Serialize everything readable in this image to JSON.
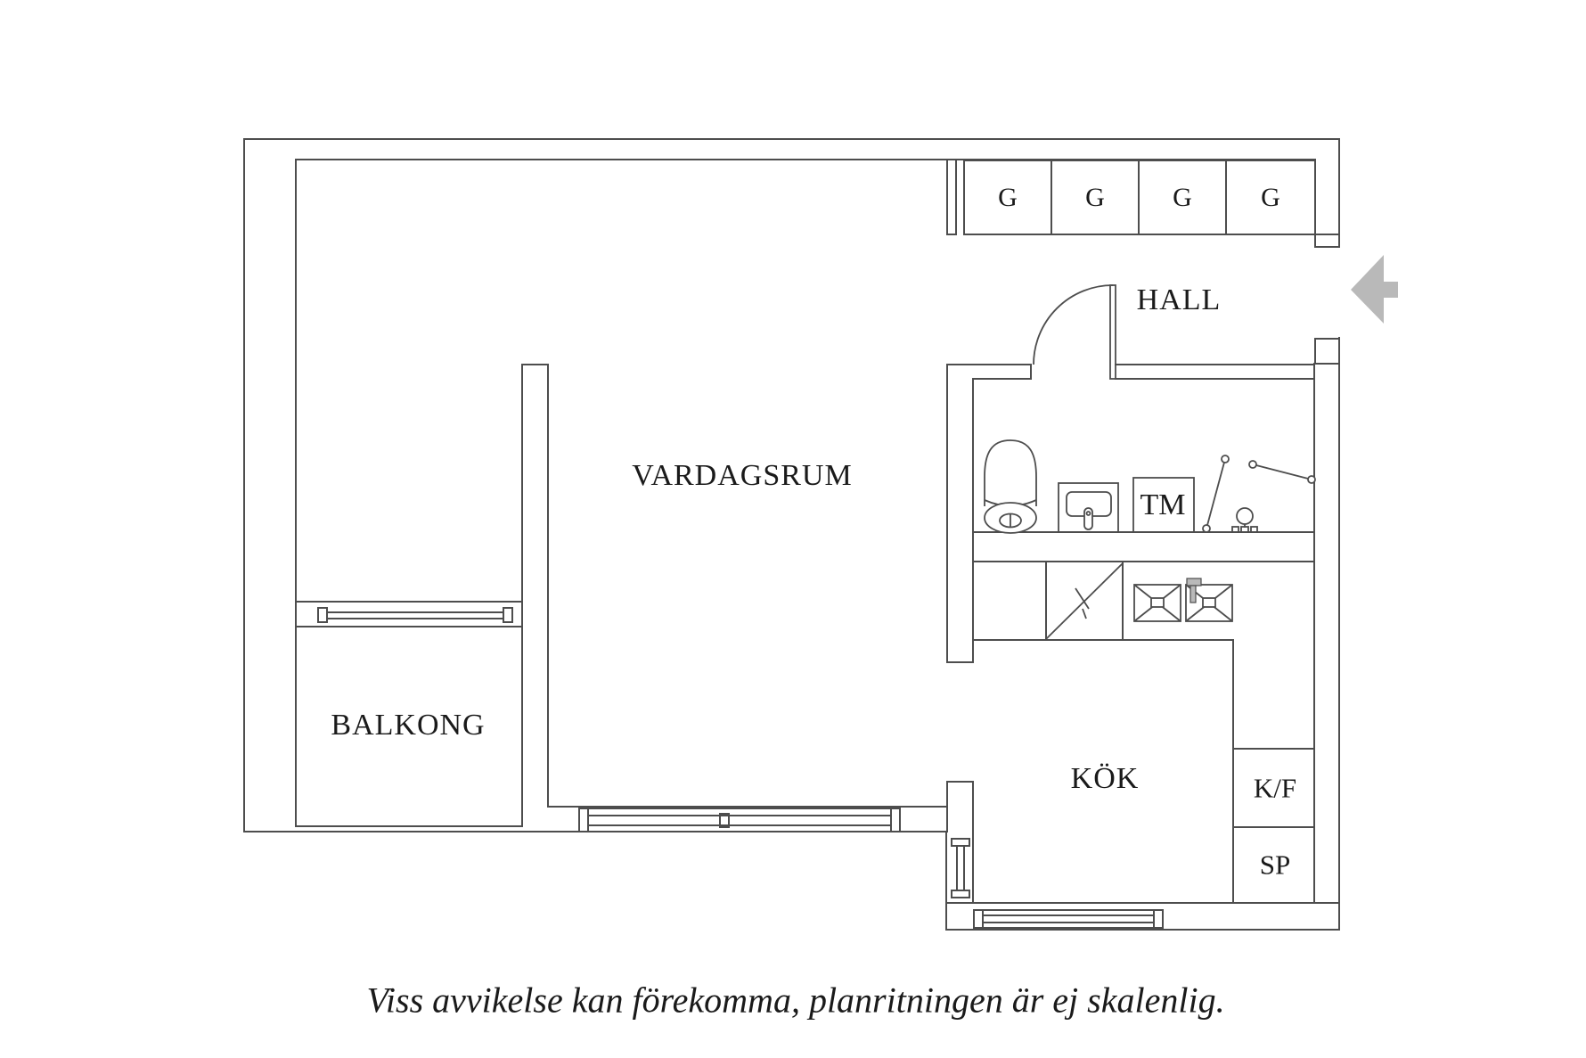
{
  "rooms": {
    "living_room": "VARDAGSRUM",
    "balcony": "BALKONG",
    "hall": "HALL",
    "kitchen": "KÖK"
  },
  "wardrobes": [
    "G",
    "G",
    "G",
    "G"
  ],
  "appliances": {
    "washing_machine": "TM",
    "fridge_freezer": "K/F",
    "stove": "SP"
  },
  "caption": "Viss avvikelse kan förekomma, planritningen är ej skalenlig.",
  "icons": {
    "entrance_arrow": "left-arrow",
    "toilet": "toilet-top-view",
    "washbasin": "bathroom-sink",
    "kitchen_sinks": "double-sink-with-faucet",
    "counter_diagonal": "diagonal-counter-marker",
    "drying_rods": "rod-with-end-dots",
    "shower_mixer": "circle-on-stand",
    "entrance_door": "quarter-circle-door-swing",
    "windows": "double-line-glazing"
  },
  "colors": {
    "line": "#4d4d4d",
    "text": "#1a1a1a",
    "arrow": "#b9b9b9",
    "bg": "#ffffff"
  }
}
